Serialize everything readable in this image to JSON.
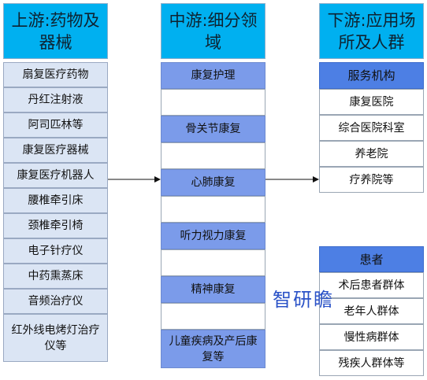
{
  "upstream": {
    "title": "上游:药物及器械",
    "items": [
      "扇复医疗药物",
      "丹红注射液",
      "阿司匹林等",
      "康复医疗器械",
      "康复医疗机器人",
      "腰椎牵引床",
      "颈椎牵引椅",
      "电子针疗仪",
      "中药熏蒸床",
      "音频治疗仪",
      "红外线电烤灯治疗仪等"
    ]
  },
  "midstream": {
    "title": "中游:细分领域",
    "items": [
      "康复护理",
      "",
      "骨关节康复",
      "",
      "心肺康复",
      "",
      "听力视力康复",
      "",
      "精神康复",
      "",
      "儿童疾病及产后康复等"
    ]
  },
  "downstream": {
    "title": "下游:应用场所及人群",
    "institutions": {
      "header": "服务机构",
      "items": [
        "康复医院",
        "综合医院科室",
        "养老院",
        "疗养院等"
      ]
    },
    "patients": {
      "header": "患者",
      "items": [
        "术后患者群体",
        "老年人群体",
        "慢性病群体",
        "残疾人群体等"
      ]
    }
  },
  "watermark": "智研瞻",
  "colors": {
    "header_bg": "#00b0f0",
    "upstream_cell": "#dbe5f4",
    "midstream_filled": "#7b9bea",
    "downstream_header": "#4d7fe4"
  }
}
